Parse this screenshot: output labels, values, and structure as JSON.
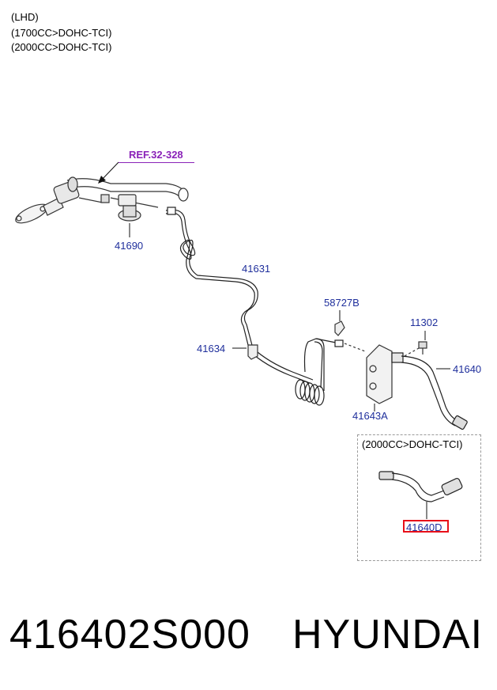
{
  "header": {
    "line1": "(LHD)",
    "line2": "(1700CC>DOHC-TCI)",
    "line3": "(2000CC>DOHC-TCI)"
  },
  "reference": "REF.32-328",
  "parts": {
    "p41690": "41690",
    "p41631": "41631",
    "p58727B": "58727B",
    "p11302": "11302",
    "p41634": "41634",
    "p41640": "41640",
    "p41643A": "41643A"
  },
  "inset": {
    "title": "(2000CC>DOHC-TCI)",
    "part": "41640D"
  },
  "footer": {
    "part_number": "416402S000",
    "brand": "HYUNDAI"
  },
  "colors": {
    "label": "#1f2f9c",
    "reference": "#8a22b8",
    "highlight": "#e8101a"
  }
}
